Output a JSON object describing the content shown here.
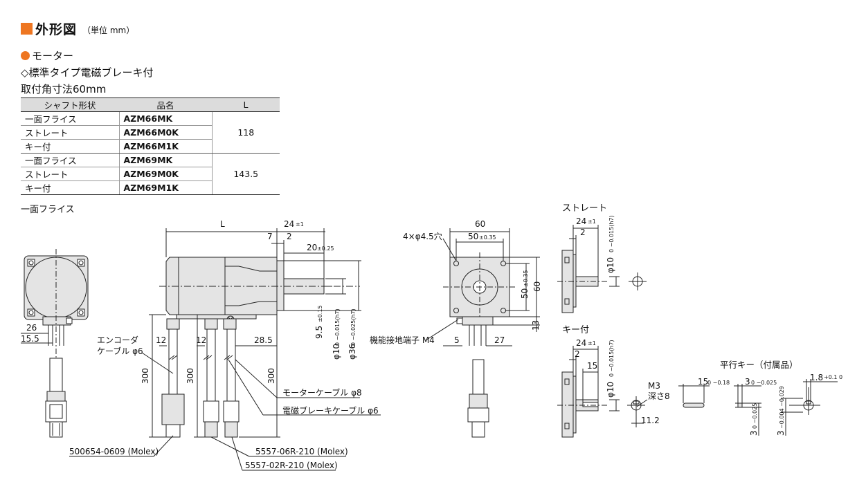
{
  "header": {
    "title": "外形図",
    "unit": "（単位 mm）"
  },
  "section": {
    "motor": "モーター",
    "type": "◇標準タイプ電磁ブレーキ付",
    "mount": "取付角寸法60mm"
  },
  "table": {
    "headers": [
      "シャフト形状",
      "品名",
      "L"
    ],
    "rows": [
      {
        "shape": "一面フライス",
        "name": "AZM66MK"
      },
      {
        "shape": "ストレート",
        "name": "AZM66M0K"
      },
      {
        "shape": "キー付",
        "name": "AZM66M1K"
      },
      {
        "shape": "一面フライス",
        "name": "AZM69MK"
      },
      {
        "shape": "ストレート",
        "name": "AZM69M0K"
      },
      {
        "shape": "キー付",
        "name": "AZM69M1K"
      }
    ],
    "L_values": [
      "118",
      "143.5"
    ]
  },
  "views": {
    "flat": "一面フライス",
    "straight": "ストレート",
    "key": "キー付",
    "parallel_key": "平行キー（付属品）"
  },
  "dims": {
    "L": "L",
    "d24": "24",
    "tol_pm1": "±1",
    "d7": "7",
    "d2": "2",
    "d20": "20",
    "tol_025": "±0.25",
    "d26": "26",
    "d15_5": "15.5",
    "d12": "12",
    "d28_5": "28.5",
    "d300": "300",
    "d9_5": "9.5",
    "tol_015": "±0.15",
    "phi10": "φ10",
    "phi10_tol": "0 −0.015(h7)",
    "phi36": "φ36",
    "phi36_tol": "0 −0.025(h7)",
    "d60": "60",
    "d50": "50",
    "tol_035": "±0.35",
    "d13": "13",
    "d5": "5",
    "d27": "27",
    "d15": "15",
    "m3": "M3",
    "depth8": "深さ8",
    "d11_2": "11.2",
    "k15": "15",
    "k15_tol": "0 −0.18",
    "k3": "3",
    "k3_tol": "0 −0.025",
    "k1_8": "1.8",
    "k1_8_tol": "+0.1 0",
    "kv3a": "3",
    "kv3a_tol": "0 −0.025",
    "kv3b": "3",
    "kv3b_tol": "−0.004 −0.029"
  },
  "labels": {
    "holes": "4×φ4.5穴",
    "encoder": "エンコーダ",
    "encoder_cable": "ケーブル φ6",
    "motor_cable": "モーターケーブル φ8",
    "brake_cable": "電磁ブレーキケーブル φ6",
    "ground": "機能接地端子 M4",
    "conn1": "500654-0609 (Molex)",
    "conn2": "5557-06R-210 (Molex)",
    "conn3": "5557-02R-210 (Molex)"
  },
  "colors": {
    "accent": "#ee7621",
    "body": "#e4e4e4",
    "line": "#222222"
  }
}
